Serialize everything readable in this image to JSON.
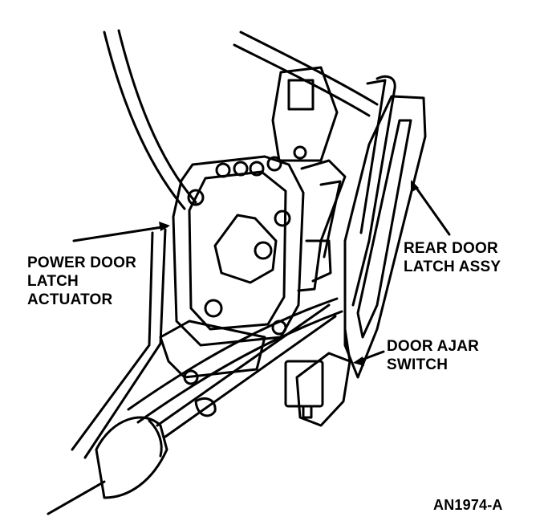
{
  "labels": {
    "actuator": {
      "line1": "POWER DOOR",
      "line2": "LATCH",
      "line3": "ACTUATOR"
    },
    "latch": {
      "line1": "REAR DOOR",
      "line2": "LATCH ASSY"
    },
    "switch": {
      "line1": "DOOR AJAR",
      "line2": "SWITCH"
    }
  },
  "figure_code": "AN1974-A",
  "colors": {
    "ink": "#000000",
    "paper": "#ffffff"
  }
}
